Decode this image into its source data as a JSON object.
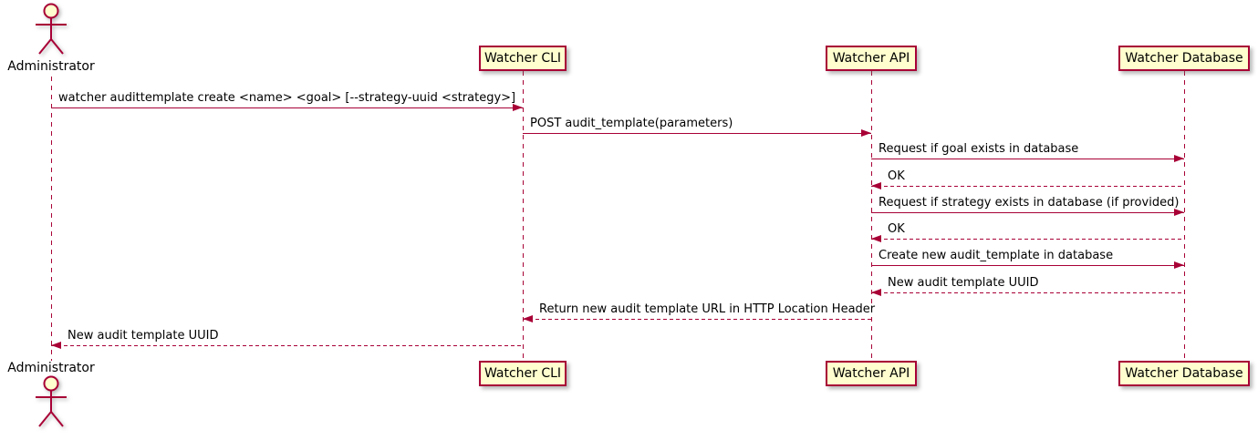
{
  "diagram": {
    "type": "sequence",
    "colors": {
      "line": "#A80036",
      "participant_fill": "#FEFECE",
      "text": "#000000",
      "background": "#FFFFFF"
    },
    "actor": {
      "name": "Administrator"
    },
    "participants": [
      {
        "id": "cli",
        "label": "Watcher CLI"
      },
      {
        "id": "api",
        "label": "Watcher API"
      },
      {
        "id": "db",
        "label": "Watcher Database"
      }
    ],
    "messages": [
      {
        "from": "actor",
        "to": "cli",
        "style": "solid",
        "text": "watcher audittemplate create <name> <goal> [--strategy-uuid <strategy>]"
      },
      {
        "from": "cli",
        "to": "api",
        "style": "solid",
        "text": "POST audit_template(parameters)"
      },
      {
        "from": "api",
        "to": "db",
        "style": "solid",
        "text": "Request if goal exists in database"
      },
      {
        "from": "db",
        "to": "api",
        "style": "dashed",
        "text": "OK"
      },
      {
        "from": "api",
        "to": "db",
        "style": "solid",
        "text": "Request if strategy exists in database (if provided)"
      },
      {
        "from": "db",
        "to": "api",
        "style": "dashed",
        "text": "OK"
      },
      {
        "from": "api",
        "to": "db",
        "style": "solid",
        "text": "Create new audit_template in database"
      },
      {
        "from": "db",
        "to": "api",
        "style": "dashed",
        "text": "New audit template UUID"
      },
      {
        "from": "api",
        "to": "cli",
        "style": "dashed",
        "text": "Return new audit template URL in HTTP Location Header"
      },
      {
        "from": "cli",
        "to": "actor",
        "style": "dashed",
        "text": "New audit template UUID"
      }
    ]
  }
}
